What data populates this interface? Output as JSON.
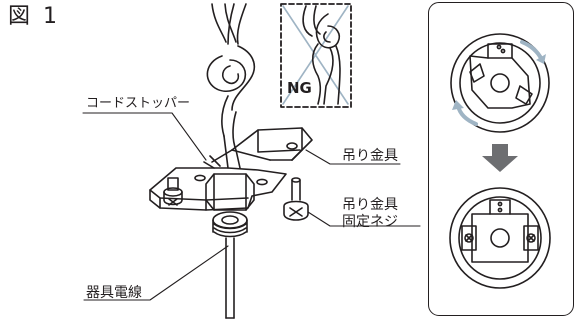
{
  "figure": {
    "title": "図 1"
  },
  "labels": {
    "cord_stopper": "コードストッパー",
    "hanger_bracket": "吊り金具",
    "hanger_screw_line1": "吊り金具",
    "hanger_screw_line2": "固定ネジ",
    "fixture_cord": "器具電線"
  },
  "ng_badge": "NG",
  "colors": {
    "ink": "#231f20",
    "arrow_gray": "#6d6e71",
    "light_arrow": "#9fb4c4",
    "cross": "#9fb4c4"
  }
}
